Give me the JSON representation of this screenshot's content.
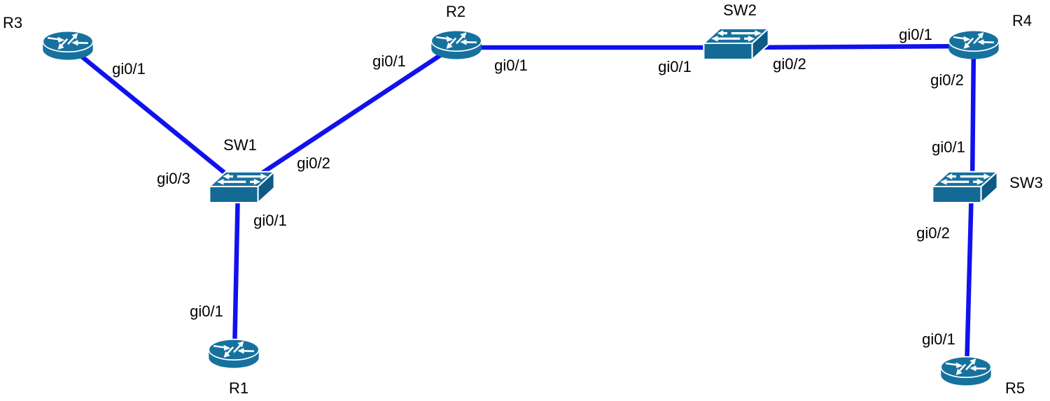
{
  "diagram": {
    "type": "network-topology",
    "colors": {
      "link": "#1111ee",
      "device_main": "#16719e",
      "device_front": "#136a95",
      "device_dark": "#0c5a85",
      "label": "#000000",
      "canvas_bg": "#ffffff"
    },
    "nodes": [
      {
        "id": "R3",
        "label": "R3",
        "kind": "router"
      },
      {
        "id": "SW1",
        "label": "SW1",
        "kind": "switch"
      },
      {
        "id": "R1",
        "label": "R1",
        "kind": "router"
      },
      {
        "id": "R2",
        "label": "R2",
        "kind": "router"
      },
      {
        "id": "SW2",
        "label": "SW2",
        "kind": "switch"
      },
      {
        "id": "R4",
        "label": "R4",
        "kind": "router"
      },
      {
        "id": "SW3",
        "label": "SW3",
        "kind": "switch"
      },
      {
        "id": "R5",
        "label": "R5",
        "kind": "router"
      }
    ],
    "links": [
      {
        "from": "R3",
        "to": "SW1",
        "from_port": "gi0/1",
        "to_port": "gi0/3"
      },
      {
        "from": "SW1",
        "to": "R2",
        "from_port": "gi0/2",
        "to_port": "gi0/1"
      },
      {
        "from": "SW1",
        "to": "R1",
        "from_port": "gi0/1",
        "to_port": "gi0/1"
      },
      {
        "from": "R2",
        "to": "SW2",
        "from_port": "gi0/1",
        "to_port": "gi0/1"
      },
      {
        "from": "SW2",
        "to": "R4",
        "from_port": "gi0/2",
        "to_port": "gi0/1"
      },
      {
        "from": "R4",
        "to": "SW3",
        "from_port": "gi0/2",
        "to_port": "gi0/1"
      },
      {
        "from": "SW3",
        "to": "R5",
        "from_port": "gi0/2",
        "to_port": "gi0/1"
      }
    ]
  }
}
